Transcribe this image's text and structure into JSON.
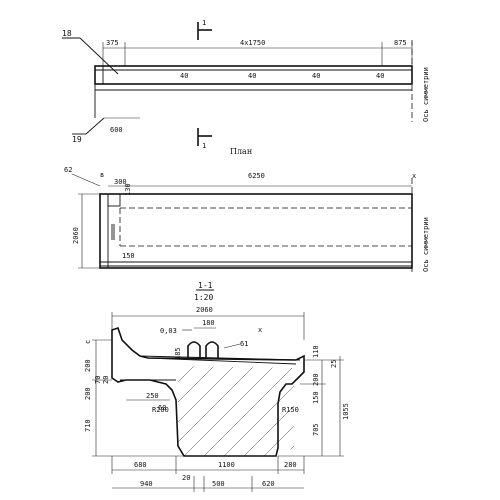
{
  "plan": {
    "callouts": [
      "18",
      "19"
    ],
    "section_mark": "1",
    "dims": {
      "d1": "375",
      "d2": "4x1750",
      "d3": "875",
      "d4": "600"
    },
    "marks": [
      "40",
      "40",
      "40",
      "40"
    ],
    "axis_label": "Ось симметрии",
    "caption": "План"
  },
  "elevation": {
    "dims": {
      "w": "6250",
      "h": "2060",
      "a": "62",
      "b": "300",
      "c": "130",
      "d": "150"
    },
    "tag_b": "в",
    "tag_x": "х",
    "axis_label": "Ось симметрии"
  },
  "section": {
    "title": "1-1",
    "scale": "1:20",
    "dims": {
      "width": "2060",
      "slope": "0,03",
      "n180": "180",
      "n185": "185",
      "n61": "61",
      "n110": "110",
      "n25": "25",
      "n200a": "200",
      "n70": "70",
      "n200b": "200",
      "n250": "250",
      "n60": "60",
      "r200": "R200",
      "r150": "R150",
      "n200c": "200",
      "n150": "150",
      "n1055": "1055",
      "n710": "710",
      "n705": "705",
      "n680": "680",
      "n1100": "1100",
      "n280": "280",
      "n20": "20",
      "n940": "940",
      "n500": "500",
      "n620": "620",
      "tag_c": "c",
      "tag_x": "х"
    }
  }
}
